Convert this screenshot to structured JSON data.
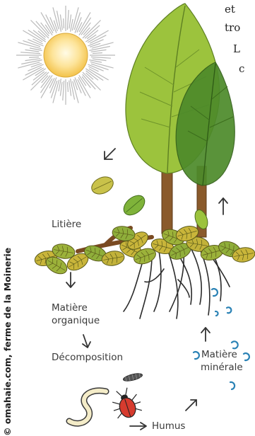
{
  "snippet": {
    "line1": "et",
    "line2": "tro",
    "line3": "L",
    "line4": "c"
  },
  "labels": {
    "litter": "Litière",
    "organic_line1": "Matière",
    "organic_line2": "organique",
    "decomposition": "Décomposition",
    "mineral_line1": "Matière",
    "mineral_line2": "minérale",
    "humus": "Humus"
  },
  "credit": "© omahaie.com, ferme de la Moinerie",
  "colors": {
    "leaf_light": "#9cc33d",
    "leaf_dark": "#4d8a2a",
    "trunk": "#8a5a2b",
    "litter_yellow": "#c9b53a",
    "root": "#2b2b2b",
    "mineral": "#2a82b5",
    "bug": "#d63b2e",
    "sun": "#f6c94a"
  },
  "icons": [
    "sun-icon",
    "tree-icon",
    "falling-leaf-icon",
    "root-icon",
    "earthworm-icon",
    "beetle-icon",
    "woodlouse-icon",
    "mineral-particle-icon",
    "arrow-icon"
  ]
}
